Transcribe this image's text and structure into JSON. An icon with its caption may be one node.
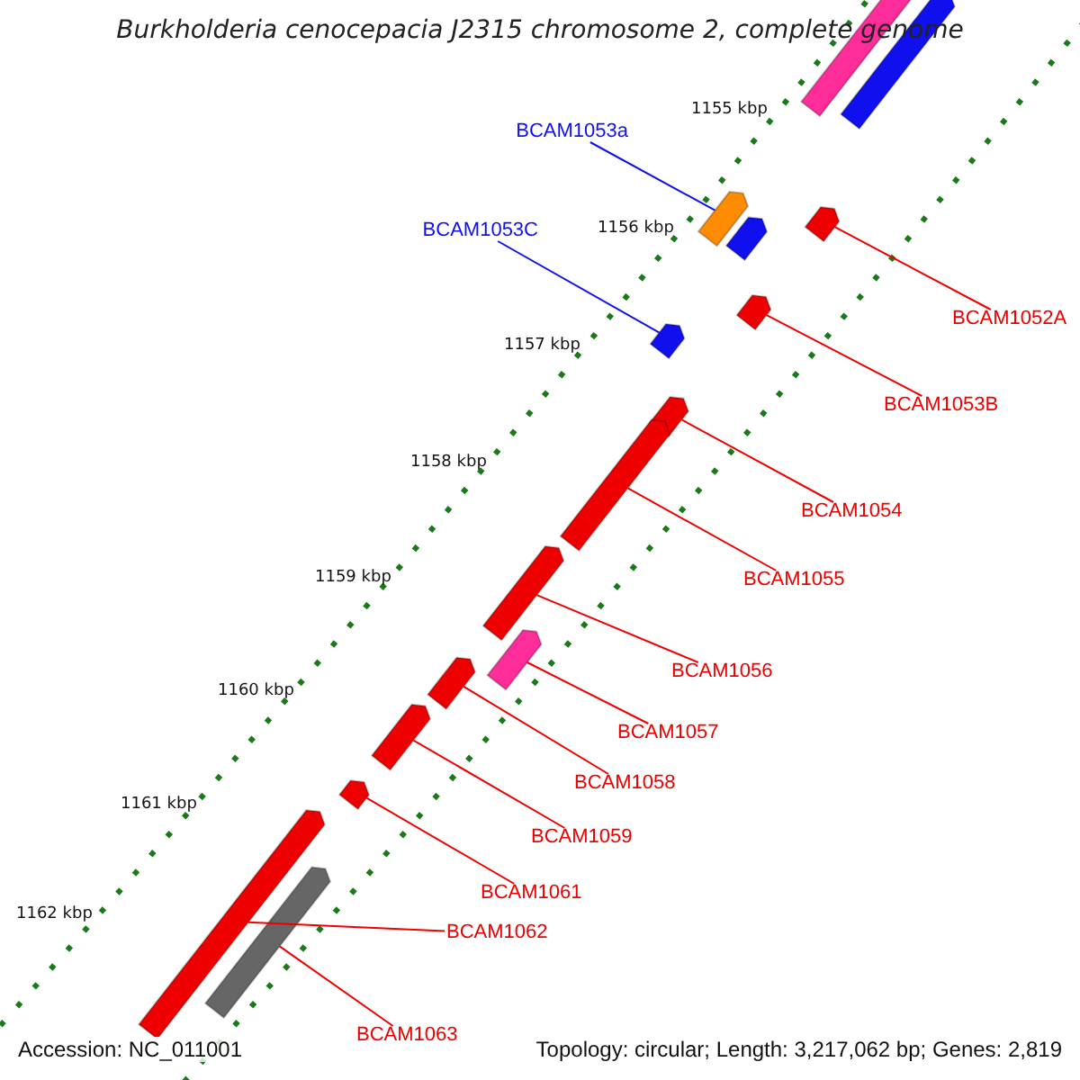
{
  "diagram": {
    "title": "Burkholderia cenocepacia J2315 chromosome 2, complete genome",
    "nodes": [
      {
        "text": [
          "BCAM1053a"
        ]
      },
      {
        "text": [
          "BCAM1053C"
        ]
      },
      {
        "text": [
          "BCAM1052A"
        ]
      },
      {
        "text": [
          "BCAM1053B"
        ]
      },
      {
        "text": [
          "BCAM1054"
        ]
      },
      {
        "text": [
          "BCAM1055"
        ]
      },
      {
        "text": [
          "BCAM1056"
        ]
      },
      {
        "text": [
          "BCAM1057"
        ]
      },
      {
        "text": [
          "BCAM1058"
        ]
      },
      {
        "text": [
          "BCAM1059"
        ]
      },
      {
        "text": [
          "BCAM1061"
        ]
      },
      {
        "text": [
          "BCAM1062"
        ]
      },
      {
        "text": [
          "BCAM1063"
        ]
      },
      {
        "text": [],
        "shape": "box"
      },
      {
        "text": [],
        "shape": "box"
      },
      {
        "text": [],
        "shape": "box"
      },
      {
        "text": [],
        "shape": "box"
      },
      {
        "text": [],
        "shape": "box"
      },
      {
        "text": [],
        "shape": "box"
      },
      {
        "text": [],
        "shape": "box"
      },
      {
        "text": [],
        "shape": "box"
      },
      {
        "text": [],
        "shape": "box"
      },
      {
        "text": [],
        "shape": "box"
      },
      {
        "text": [],
        "shape": "box"
      },
      {
        "text": [],
        "shape": "box"
      },
      {
        "text": [],
        "shape": "box"
      },
      {
        "text": [],
        "shape": "box"
      },
      {
        "text": [],
        "shape": "box"
      },
      {
        "text": [],
        "shape": "box"
      }
    ],
    "edges": [
      {
        "from": 0,
        "to": 15,
        "arrow": "none",
        "color": "#1010ee"
      },
      {
        "from": 1,
        "to": 19,
        "arrow": "none",
        "color": "#1010ee"
      },
      {
        "from": 2,
        "to": 17,
        "arrow": "none"
      },
      {
        "from": 3,
        "to": 18,
        "arrow": "none"
      },
      {
        "from": 4,
        "to": 20,
        "arrow": "none"
      },
      {
        "from": 5,
        "to": 21,
        "arrow": "none"
      },
      {
        "from": 6,
        "to": 22,
        "arrow": "none"
      },
      {
        "from": 7,
        "to": 23,
        "arrow": "none"
      },
      {
        "from": 8,
        "to": 24,
        "arrow": "none"
      },
      {
        "from": 9,
        "to": 25,
        "arrow": "none"
      },
      {
        "from": 10,
        "to": 26,
        "arrow": "none"
      },
      {
        "from": 11,
        "to": 27,
        "arrow": "none"
      },
      {
        "from": 12,
        "to": 28,
        "arrow": "none"
      }
    ],
    "labels": [
      "1155 kbp",
      "1156 kbp",
      "1157 kbp",
      "1158 kbp",
      "1159 kbp",
      "1160 kbp",
      "1161 kbp",
      "1162 kbp",
      "Accession: NC_011001",
      "Topology: circular; Length: 3,217,062 bp; Genes: 2,819"
    ]
  }
}
